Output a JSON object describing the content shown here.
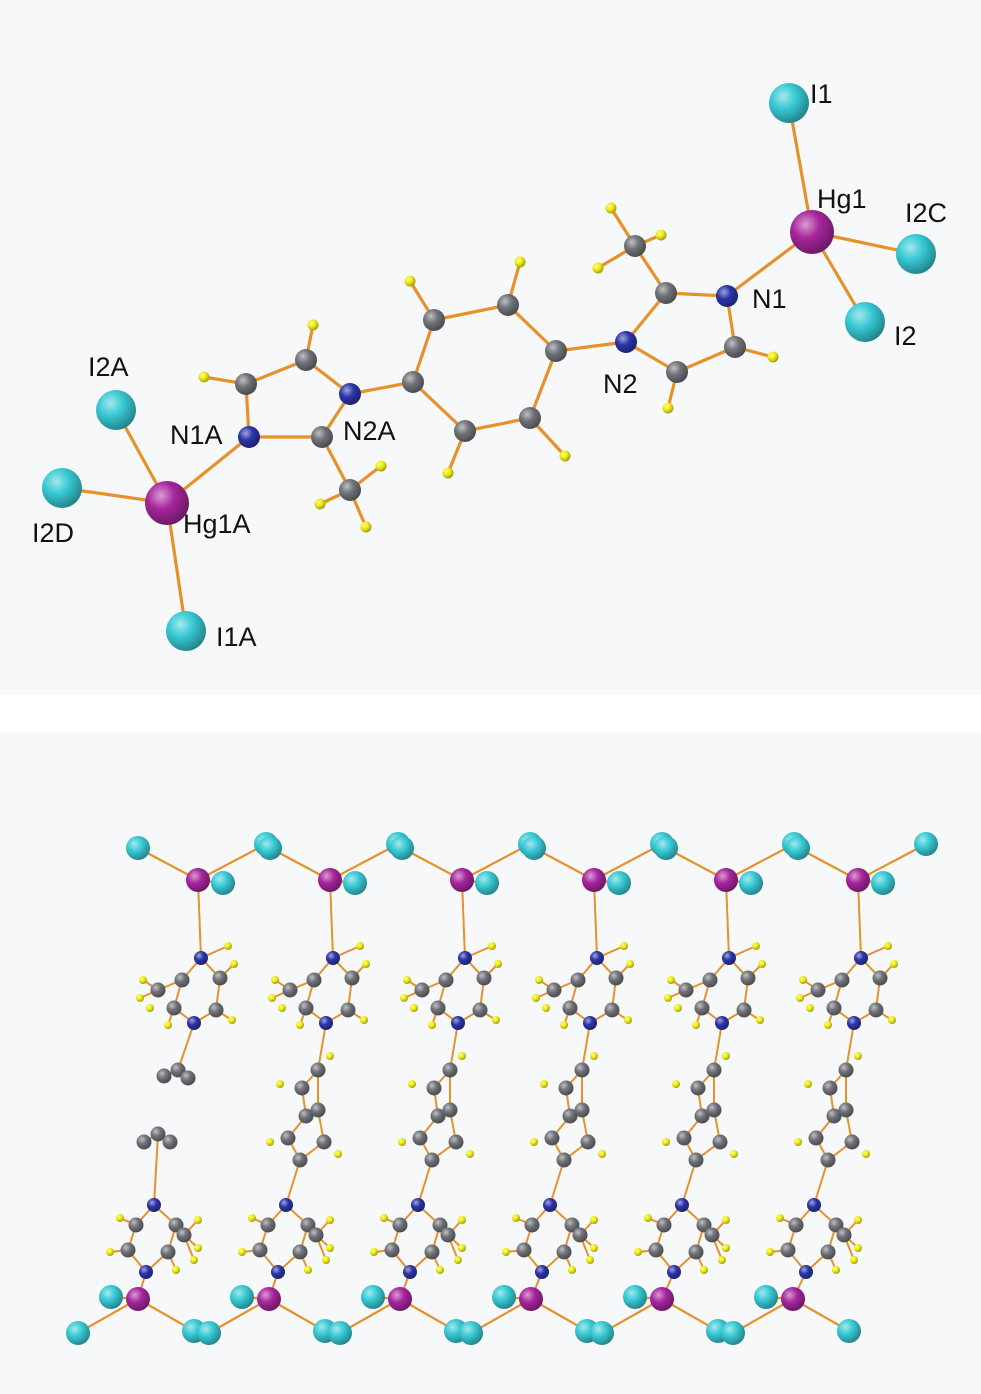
{
  "colors": {
    "background": "#f7f8fa",
    "bond": "#e5922a",
    "carbon": "#6f7278",
    "nitrogen": "#2b35a8",
    "hydrogen": "#f2ee16",
    "mercury": "#a6259c",
    "iodine": "#37c9d4"
  },
  "molecule": {
    "labels": {
      "I1": "I1",
      "Hg1": "Hg1",
      "I2C": "I2C",
      "N1": "N1",
      "I2": "I2",
      "N2": "N2",
      "I2A": "I2A",
      "N1A": "N1A",
      "N2A": "N2A",
      "I2D": "I2D",
      "Hg1A": "Hg1A",
      "I1A": "I1A"
    }
  },
  "packing": {
    "columns": 6
  }
}
